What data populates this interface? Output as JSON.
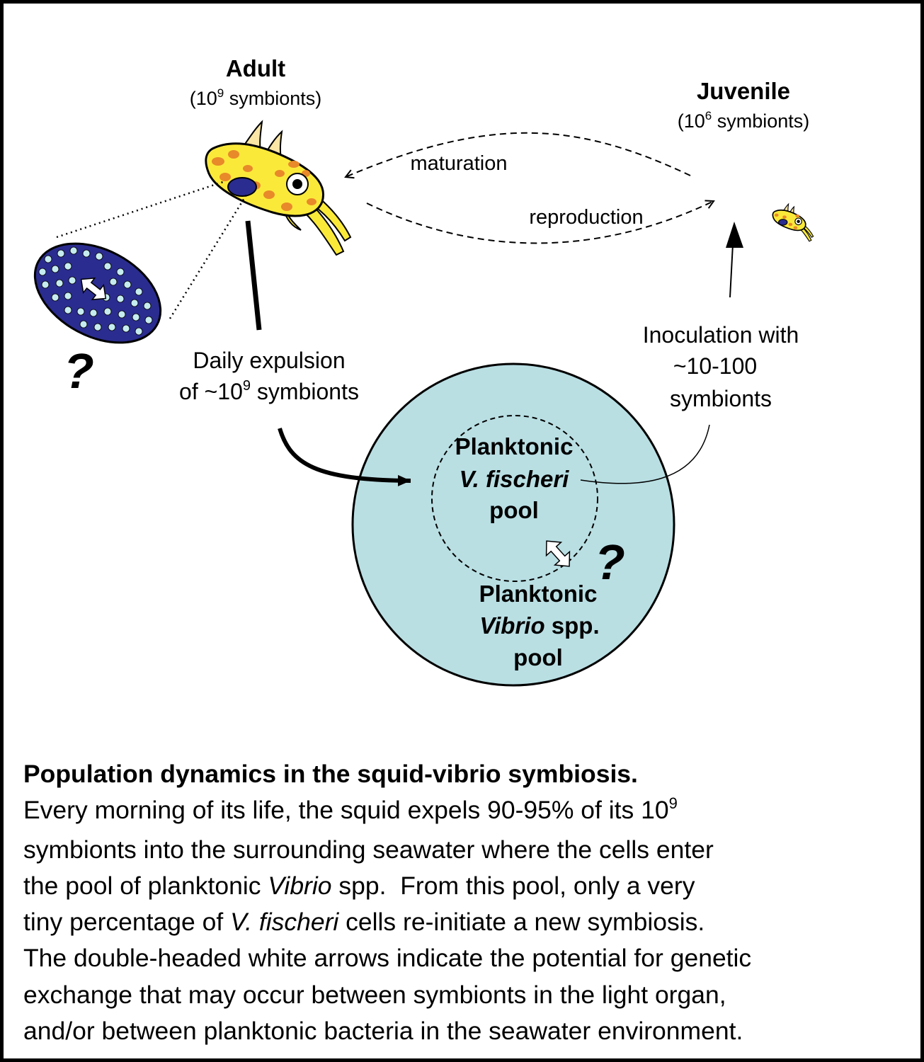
{
  "diagram": {
    "adult": {
      "title": "Adult",
      "count_prefix": "(10",
      "count_exp": "9",
      "count_suffix": " symbionts)"
    },
    "juvenile": {
      "title": "Juvenile",
      "count_prefix": "(10",
      "count_exp": "6",
      "count_suffix": " symbionts)"
    },
    "edges": {
      "maturation": "maturation",
      "reproduction": "reproduction"
    },
    "expulsion": {
      "line1": "Daily expulsion",
      "line2_prefix": "of ~10",
      "line2_exp": "9",
      "line2_suffix": " symbionts"
    },
    "inoculation": {
      "line1": "Inoculation with",
      "line2": "~10-100",
      "line3": "symbionts"
    },
    "inner_pool": {
      "line1": "Planktonic",
      "line2": "V. fischeri",
      "line3": "pool"
    },
    "outer_pool": {
      "line1": "Planktonic",
      "line2_italic": "Vibrio",
      "line2_rest": " spp.",
      "line3": "pool"
    },
    "question_mark": "?",
    "colors": {
      "seawater": "#b9dfe3",
      "light_organ": "#2b2c8f",
      "symbiont_dot": "#c6ecf0",
      "squid_body": "#fbe93a",
      "squid_spot": "#e8892a"
    }
  },
  "caption": {
    "title": "Population dynamics in the squid-vibrio symbiosis.",
    "l1_a": "Every morning of its life, the squid expels 90-95% of its 10",
    "l1_exp": "9",
    "l2": "symbionts into the surrounding seawater where the cells enter",
    "l3_a": "the pool of planktonic ",
    "l3_i": "Vibrio",
    "l3_b": " spp.  From this pool, only a very",
    "l4_a": "tiny percentage of ",
    "l4_i": "V. fischeri",
    "l4_b": " cells re-initiate a new symbiosis.",
    "l5": "The double-headed white arrows indicate the potential for genetic",
    "l6": "exchange that may occur between symbionts in the light organ,",
    "l7": "and/or between planktonic bacteria in the seawater environment."
  }
}
